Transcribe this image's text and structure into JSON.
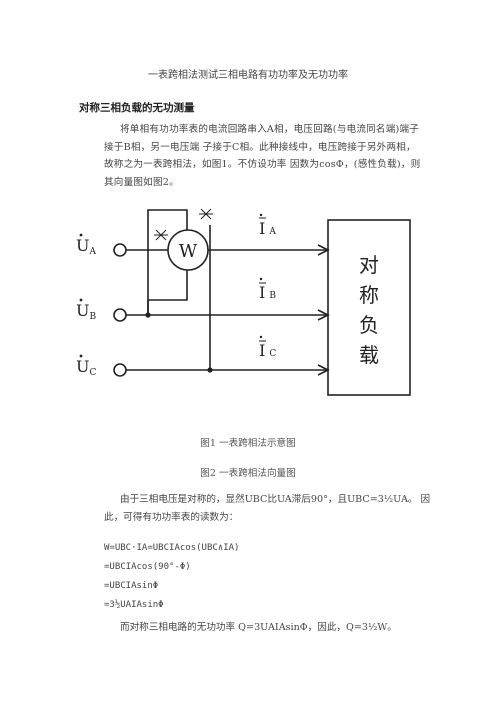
{
  "document": {
    "title": "一表跨相法测试三相电路有功功率及无功功率",
    "heading": "对称三相负载的无功测量",
    "paragraph1": "将单相有功功率表的电流回路串入A相，电压回路(与电流同名端)端子接于B相，另一电压端 子接于C相。此种接线中，电压跨接于另外两相，故称之为一表跨相法，如图1。不仿设功率 因数为cosΦ，(感性负载)，则其向量图如图2。",
    "figure1_caption": "图1 一表跨相法示意图",
    "figure2_caption": "图2 一表跨相法向量图",
    "paragraph2": "由于三相电压是对称的，显然UBC比UA滞后90°，且UBC=3½UA。 因此，可得有功功率表的读数为：",
    "formulas": [
      "W=UBC·IA=UBCIAcos(UBC∧IA)",
      "=UBCIAcos(90°-Φ)",
      "=UBCIAsinΦ",
      "=3½UAIAsinΦ"
    ],
    "conclusion": "而对称三相电路的无功功率 Q=3UAIAsinΦ，因此，Q=3½W。"
  },
  "diagram": {
    "meter_label": "W",
    "load_label_chars": [
      "对",
      "称",
      "负",
      "载"
    ],
    "ua_label": "U",
    "ua_sub": "A",
    "ub_label": "U",
    "ub_sub": "B",
    "uc_label": "U",
    "uc_sub": "C",
    "ia_label": "I",
    "ia_sub": "A",
    "ib_label": "I",
    "ib_sub": "B",
    "ic_label": "I",
    "ic_sub": "C"
  }
}
